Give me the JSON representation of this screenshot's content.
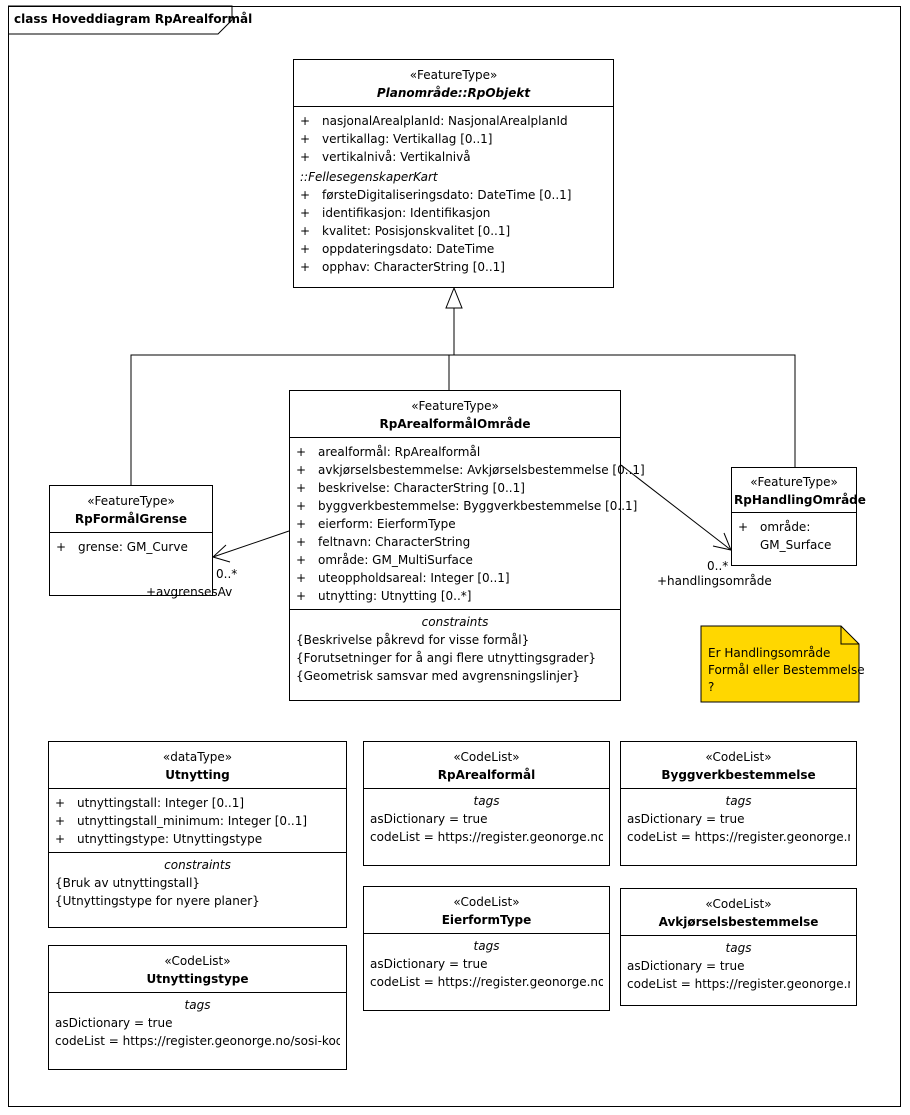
{
  "diagram": {
    "title": "class Hoveddiagram RpArealformål"
  },
  "classes": {
    "rpobjekt": {
      "stereotype": "«FeatureType»",
      "name": "Planområde::RpObjekt",
      "attributes": [
        {
          "vis": "+",
          "text": "nasjonalArealplanId: NasjonalArealplanId"
        },
        {
          "vis": "+",
          "text": "vertikallag: Vertikallag [0..1]"
        },
        {
          "vis": "+",
          "text": "vertikalnivå: Vertikalnivå"
        }
      ],
      "inherited_title": "::FellesegenskaperKart",
      "inherited": [
        {
          "vis": "+",
          "text": "førsteDigitaliseringsdato: DateTime [0..1]"
        },
        {
          "vis": "+",
          "text": "identifikasjon: Identifikasjon"
        },
        {
          "vis": "+",
          "text": "kvalitet: Posisjonskvalitet [0..1]"
        },
        {
          "vis": "+",
          "text": "oppdateringsdato: DateTime"
        },
        {
          "vis": "+",
          "text": "opphav: CharacterString [0..1]"
        }
      ]
    },
    "omrade": {
      "stereotype": "«FeatureType»",
      "name": "RpArealformålOmråde",
      "attributes": [
        {
          "vis": "+",
          "text": "arealformål: RpArealformål"
        },
        {
          "vis": "+",
          "text": "avkjørselsbestemmelse: Avkjørselsbestemmelse [0..1]"
        },
        {
          "vis": "+",
          "text": "beskrivelse: CharacterString [0..1]"
        },
        {
          "vis": "+",
          "text": "byggverkbestemmelse: Byggverkbestemmelse [0..1]"
        },
        {
          "vis": "+",
          "text": "eierform: EierformType"
        },
        {
          "vis": "+",
          "text": "feltnavn: CharacterString"
        },
        {
          "vis": "+",
          "text": "område: GM_MultiSurface"
        },
        {
          "vis": "+",
          "text": "uteoppholdsareal: Integer [0..1]"
        },
        {
          "vis": "+",
          "text": "utnytting: Utnytting [0..*]"
        }
      ],
      "constraints_title": "constraints",
      "constraints": [
        "{Beskrivelse påkrevd for visse formål}",
        "{Forutsetninger for å angi flere utnyttingsgrader}",
        "{Geometrisk samsvar med avgrensningslinjer}"
      ]
    },
    "grense": {
      "stereotype": "«FeatureType»",
      "name": "RpFormålGrense",
      "attributes": [
        {
          "vis": "+",
          "text": "grense: GM_Curve"
        }
      ]
    },
    "handling": {
      "stereotype": "«FeatureType»",
      "name": "RpHandlingOmråde",
      "attributes": [
        {
          "vis": "+",
          "text": "område:"
        },
        {
          "vis": "",
          "text": "GM_Surface"
        }
      ]
    },
    "utnytting": {
      "stereotype": "«dataType»",
      "name": "Utnytting",
      "attributes": [
        {
          "vis": "+",
          "text": "utnyttingstall: Integer [0..1]"
        },
        {
          "vis": "+",
          "text": "utnyttingstall_minimum: Integer [0..1]"
        },
        {
          "vis": "+",
          "text": "utnyttingstype: Utnyttingstype"
        }
      ],
      "constraints_title": "constraints",
      "constraints": [
        "{Bruk av utnyttingstall}",
        "{Utnyttingstype for nyere planer}"
      ]
    },
    "utnyttingstype": {
      "stereotype": "«CodeList»",
      "name": "Utnyttingstype",
      "tags_title": "tags",
      "tags": [
        "asDictionary = true",
        "codeList = https://register.geonorge.no/sosi-kod..."
      ]
    },
    "rparealformal": {
      "stereotype": "«CodeList»",
      "name": "RpArealformål",
      "tags_title": "tags",
      "tags": [
        "asDictionary = true",
        "codeList = https://register.geonorge.no..."
      ]
    },
    "eierformtype": {
      "stereotype": "«CodeList»",
      "name": "EierformType",
      "tags_title": "tags",
      "tags": [
        "asDictionary = true",
        "codeList = https://register.geonorge.no..."
      ]
    },
    "byggverk": {
      "stereotype": "«CodeList»",
      "name": "Byggverkbestemmelse",
      "tags_title": "tags",
      "tags": [
        "asDictionary = true",
        "codeList = https://register.geonorge.n..."
      ]
    },
    "avkjorsel": {
      "stereotype": "«CodeList»",
      "name": "Avkjørselsbestemmelse",
      "tags_title": "tags",
      "tags": [
        "asDictionary = true",
        "codeList = https://register.geonorge.n..."
      ]
    }
  },
  "associations": {
    "grense": {
      "multiplicity": "0..*",
      "role": "+avgrensesAv"
    },
    "handling": {
      "multiplicity": "0..*",
      "role": "+handlingsområde"
    }
  },
  "note": {
    "lines": [
      "Er Handlingsområde",
      "Formål eller Bestemmelse",
      "?"
    ],
    "color": "#FFD700"
  }
}
